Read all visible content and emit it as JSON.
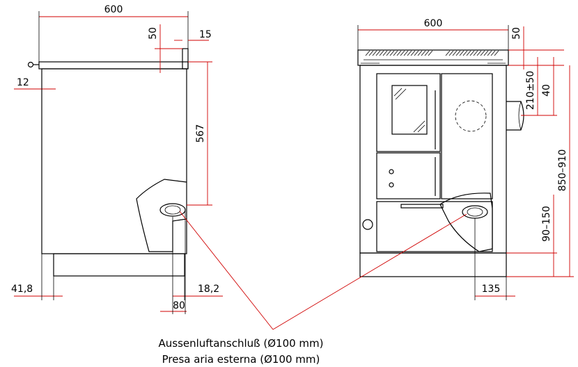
{
  "dimensions": {
    "side_width": "600",
    "side_top_height": "50",
    "side_top_overhang": "15",
    "side_left_offset": "12",
    "side_height": "567",
    "side_base_left": "41,8",
    "side_base_right": "18,2",
    "side_pipe_width": "80",
    "front_width": "600",
    "front_top_height": "50",
    "front_outlet_range": "210±50",
    "front_outlet_offset": "40",
    "front_total_height": "850–910",
    "front_feet_range": "90–150",
    "front_connector_offset": "135"
  },
  "caption": {
    "line1": "Aussenluftanschluß (Ø100 mm)",
    "line2": "Presa aria esterna (Ø100 mm)"
  }
}
